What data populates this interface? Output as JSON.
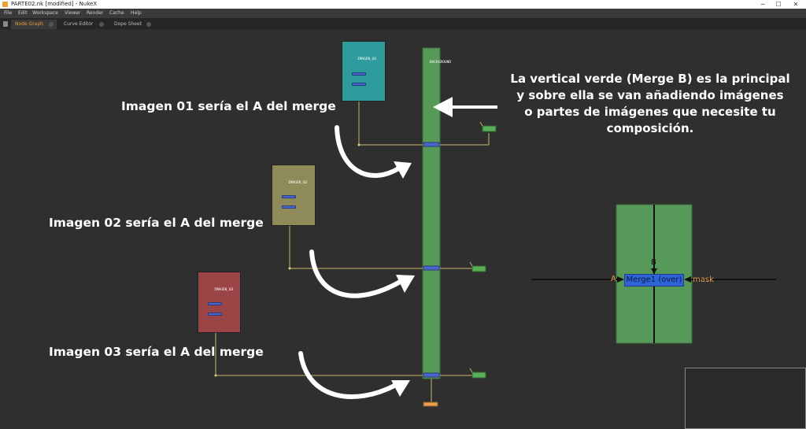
{
  "window": {
    "title": "PARTE02.nk [modified] - NukeX",
    "minimize_glyph": "─",
    "maximize_glyph": "☐",
    "close_glyph": "✕"
  },
  "menu": {
    "items": [
      "File",
      "Edit",
      "Workspace",
      "Viewer",
      "Render",
      "Cache",
      "Help"
    ]
  },
  "tabs": [
    {
      "label": "Node Graph",
      "active": true
    },
    {
      "label": "Curve Editor",
      "active": false
    },
    {
      "label": "Dope Sheet",
      "active": false
    }
  ],
  "nodes": {
    "backdrop_label": "BACKGROUND",
    "image1_label": "IMAGEN_01",
    "image2_label": "IMAGEN_02",
    "image3_label": "IMAGEN_03",
    "merge_label": "Merge1 (over)",
    "input_a": "A",
    "input_b": "B",
    "input_mask": "mask"
  },
  "annotations": {
    "image1": "Imagen 01 sería el A del merge",
    "image2": "Imagen 02 sería el A del merge",
    "image3": "Imagen 03 sería el A del merge",
    "explanation": [
      "La vertical verde (Merge B) es la principal",
      "y sobre ella se van añadiendo imágenes",
      "o partes de imágenes que necesite tu",
      "composición."
    ]
  },
  "colors": {
    "backdrop_green": "#569958",
    "image1_teal": "#2e9c9c",
    "image2_khaki": "#8f8a5a",
    "image3_red": "#9a4446",
    "merge_blue": "#2f63d8",
    "pipe_yellow": "#c9b46a",
    "write_orange": "#e8a050",
    "accent_tab": "#e89a3a"
  }
}
